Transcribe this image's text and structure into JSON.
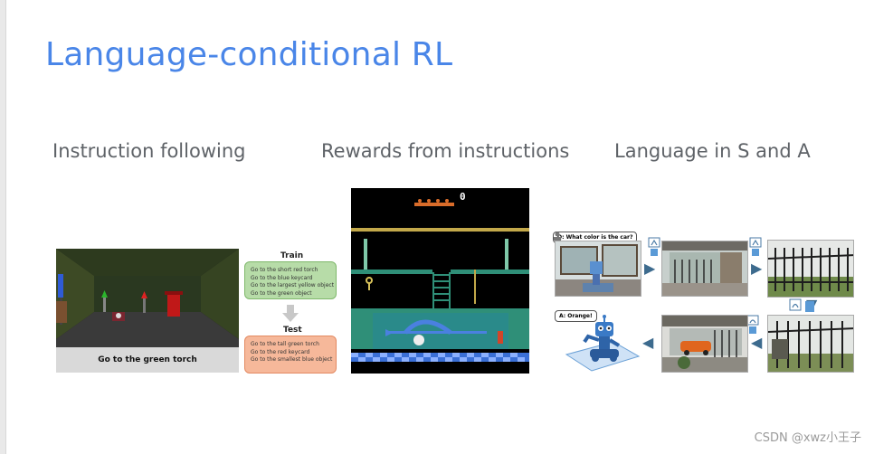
{
  "slide": {
    "title": "Language-conditional RL",
    "columns": [
      {
        "heading": "Instruction following"
      },
      {
        "heading": "Rewards from instructions"
      },
      {
        "heading": "Language in S and A"
      }
    ]
  },
  "doom": {
    "caption": "Go to the green torch"
  },
  "train_test": {
    "train_label": "Train",
    "train_items": [
      "Go to the short red torch",
      "Go to the blue keycard",
      "Go to the largest yellow object",
      "Go to the green object"
    ],
    "test_label": "Test",
    "test_items": [
      "Go to the tall green torch",
      "Go to the red keycard",
      "Go to the smallest blue object"
    ]
  },
  "game": {
    "score": "0"
  },
  "robot": {
    "question": "Q: What color is the car?",
    "answer": "A: Orange!"
  },
  "watermark": "CSDN @xwz小王子",
  "colors": {
    "title": "#4a86e8",
    "heading": "#5f6368",
    "train_bg": "#b7dca8",
    "test_bg": "#f6b89a"
  }
}
